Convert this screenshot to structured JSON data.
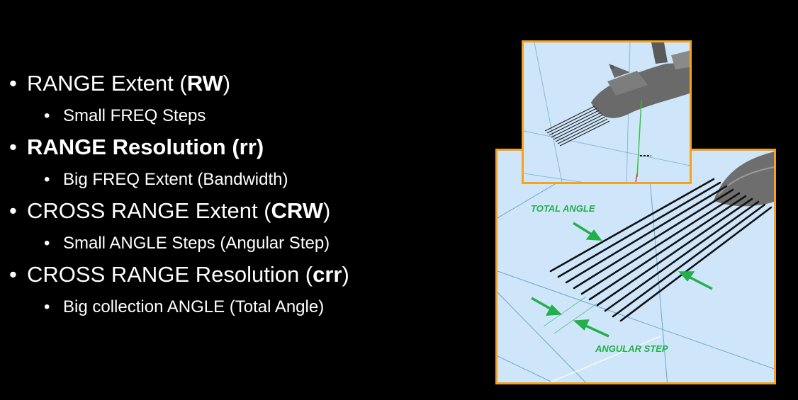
{
  "bullets": [
    {
      "parts": [
        "RANGE Extent (",
        "RW",
        ")"
      ],
      "bold_main": false,
      "sub": "Small FREQ Steps"
    },
    {
      "parts": [
        "RANGE Resolution (",
        "rr",
        ")"
      ],
      "bold_main": true,
      "sub": "Big FREQ Extent (Bandwidth)"
    },
    {
      "parts": [
        "CROSS RANGE Extent (",
        "CRW",
        ")"
      ],
      "bold_main": false,
      "sub": "Small ANGLE Steps (Angular Step)"
    },
    {
      "parts": [
        "CROSS RANGE Resolution (",
        "crr",
        ")"
      ],
      "bold_main": false,
      "sub": "Big collection ANGLE (Total Angle)"
    }
  ],
  "bullet_glyph": "•",
  "figure": {
    "total_angle_label": "TOTAL ANGLE",
    "angular_step_label": "ANGULAR STEP",
    "border_color": "#f5a21c",
    "background_color": "#cfe6fa",
    "annotation_color": "#22b04a"
  }
}
